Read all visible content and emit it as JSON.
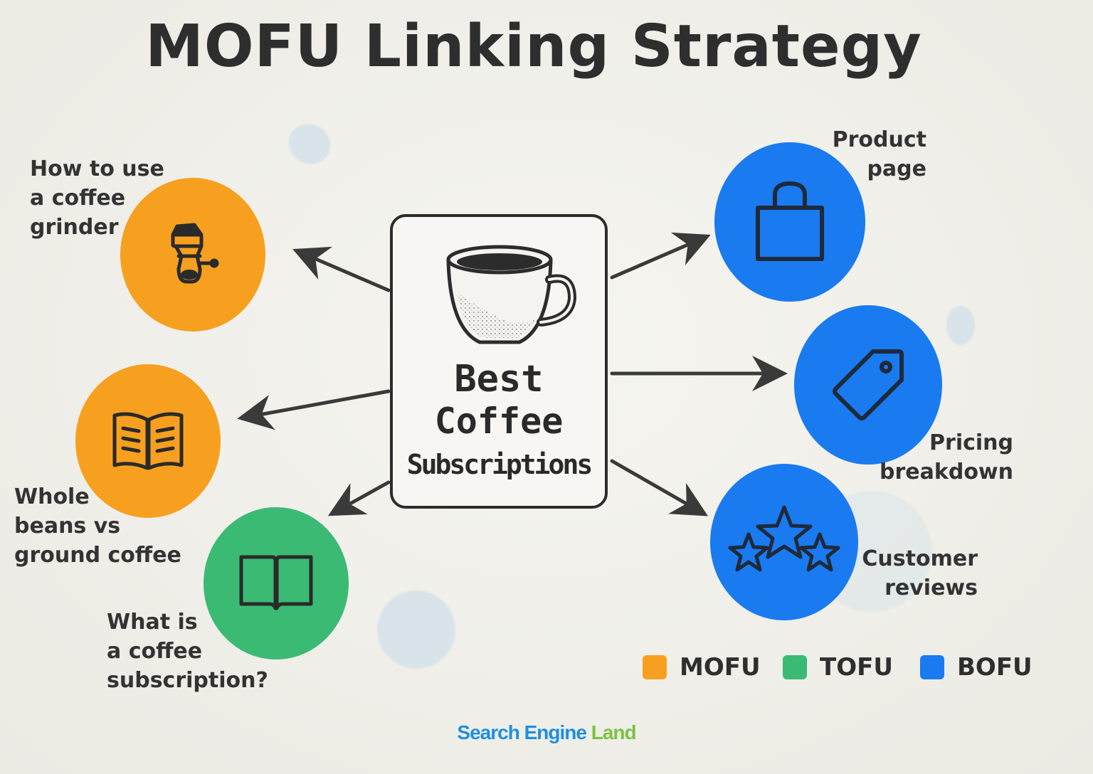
{
  "title": "MOFU Linking Strategy",
  "center": {
    "line1": "Best",
    "line2": "Coffee",
    "line3": "Subscriptions",
    "icon": "coffee-cup-icon"
  },
  "nodes": {
    "grinder": {
      "lines": [
        "How to use",
        "a coffee",
        "grinder"
      ],
      "icon": "coffee-grinder-icon",
      "category": "MOFU"
    },
    "beans": {
      "lines": [
        "Whole",
        "beans vs",
        "ground coffee"
      ],
      "icon": "open-book-lines-icon",
      "category": "MOFU"
    },
    "subscription": {
      "lines": [
        "What is",
        "a coffee",
        "subscription?"
      ],
      "icon": "open-book-icon",
      "category": "TOFU"
    },
    "product": {
      "lines": [
        "Product",
        "page"
      ],
      "icon": "shopping-bag-icon",
      "category": "BOFU"
    },
    "pricing": {
      "lines": [
        "Pricing",
        "breakdown"
      ],
      "icon": "price-tag-icon",
      "category": "BOFU"
    },
    "reviews": {
      "lines": [
        "Customer",
        "reviews"
      ],
      "icon": "stars-icon",
      "category": "BOFU"
    }
  },
  "legend": [
    {
      "label": "MOFU",
      "color": "#f7a01f"
    },
    {
      "label": "TOFU",
      "color": "#3bba73"
    },
    {
      "label": "BOFU",
      "color": "#1a7af0"
    }
  ],
  "colors": {
    "mofu": "#f7a01f",
    "tofu": "#3bba73",
    "bofu": "#1a7af0",
    "ink": "#2e2e2e"
  },
  "brand": {
    "part1": "Search Engine",
    "part2": "Land"
  }
}
